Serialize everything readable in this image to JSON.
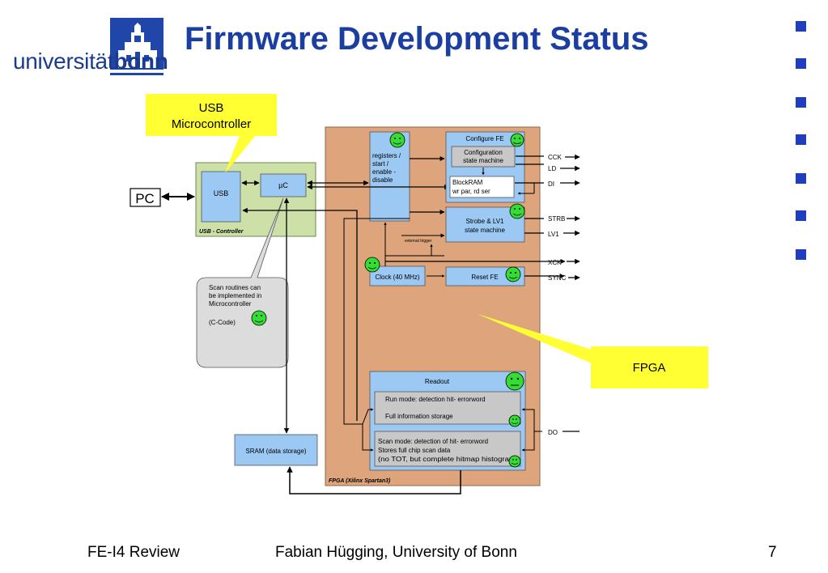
{
  "slide": {
    "title": "Firmware Development Status",
    "logo": {
      "part1": "universität",
      "part2": "bonn"
    },
    "footer": {
      "left": "FE-I4 Review",
      "center": "Fabian Hügging, University of Bonn",
      "page": "7"
    }
  },
  "diagram": {
    "pc": "PC",
    "callout_usb": [
      "USB",
      "Microcontroller"
    ],
    "callout_fpga": "FPGA",
    "usb_controller_caption": "USB - Controller",
    "usb_block": "USB",
    "uc_block": "µC",
    "registers": [
      "registers /",
      "start /",
      "enable -",
      "disable"
    ],
    "configure_fe": "Configure FE",
    "config_sm": [
      "Configuration",
      "state machine"
    ],
    "blockram": [
      "BlockRAM",
      "wr par,  rd ser"
    ],
    "strobe": [
      "Strobe & LV1",
      "state machine"
    ],
    "external_trigger": "external trigger",
    "clock": "Clock (40 MHz)",
    "reset_fe": "Reset FE",
    "scan_note": [
      "Scan routines can",
      "be implemented in",
      "Microcontroller",
      "",
      "(C-Code)"
    ],
    "readout": "Readout",
    "run_mode": [
      "Run mode: detection hit- errorword",
      "Full information storage"
    ],
    "scan_mode": [
      "Scan mode: detection of hit- errorword",
      "Stores full chip scan data",
      "(no TOT, but complete hitmap histogram)"
    ],
    "sram": "SRAM (data storage)",
    "fpga_caption": "FPGA (Xilinx Spartan3)",
    "signals": [
      "CCK",
      "LD",
      "DI",
      "STRB",
      "LV1",
      "XCK",
      "SYNC",
      "DO"
    ]
  },
  "colors": {
    "title": "#1b3fa0",
    "bullet": "#1f3dbf",
    "fpga_fill": "#dea47c",
    "usb_ctrl_fill": "#cce0a8",
    "block_fill": "#9cc8f4",
    "callout_fill": "#ffff33",
    "smiley": "#33dd33"
  }
}
